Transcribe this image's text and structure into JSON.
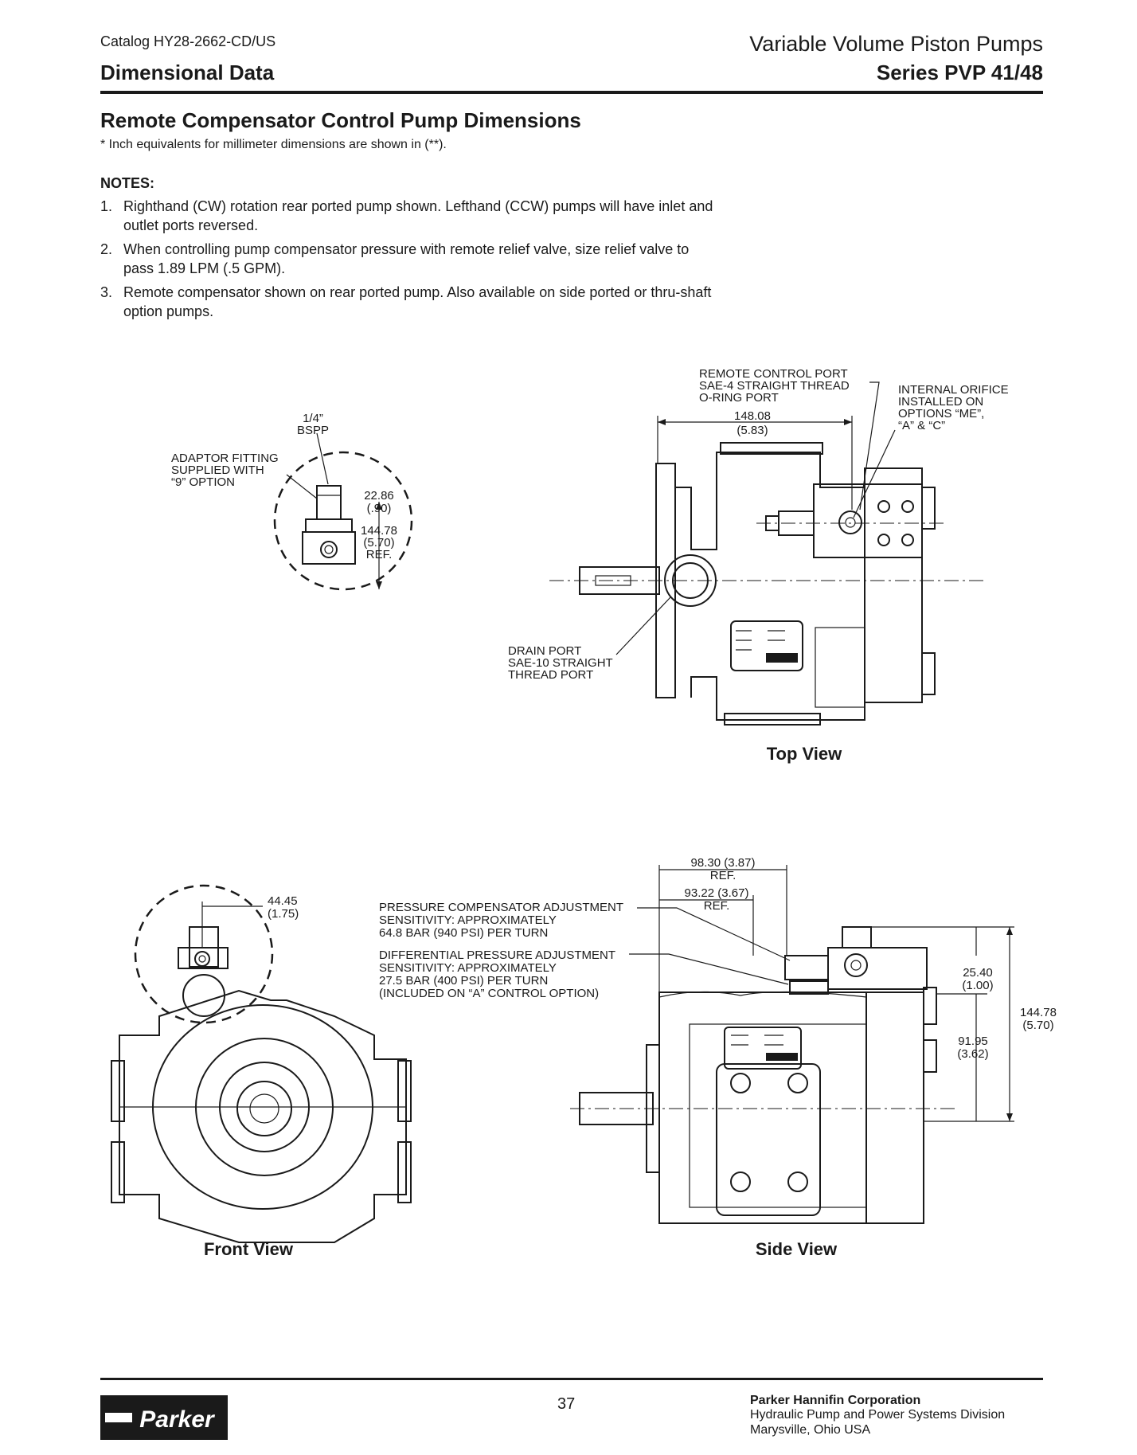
{
  "header": {
    "catalog": "Catalog HY28-2662-CD/US",
    "section": "Dimensional Data",
    "product": "Variable Volume Piston Pumps",
    "series": "Series PVP 41/48"
  },
  "main": {
    "title": "Remote Compensator Control Pump Dimensions",
    "inch_note": "* Inch equivalents for millimeter dimensions are shown in (**).",
    "notes_heading": "NOTES:",
    "notes": [
      {
        "num": "1.",
        "text": "Righthand (CW) rotation rear ported pump shown. Lefthand (CCW) pumps will have inlet and outlet ports reversed."
      },
      {
        "num": "2.",
        "text": "When controlling pump compensator pressure with remote relief valve, size relief valve to pass 1.89 LPM (.5 GPM)."
      },
      {
        "num": "3.",
        "text": "Remote compensator shown on rear ported pump. Also available on side ported or thru-shaft option pumps."
      }
    ]
  },
  "detail": {
    "bspp_1": "1/4”",
    "bspp_2": "BSPP",
    "adaptor_1": "ADAPTOR FITTING",
    "adaptor_2": "SUPPLIED WITH",
    "adaptor_3": "“9” OPTION",
    "dim_a_mm": "22.86",
    "dim_a_in": "(.90)",
    "dim_b_mm": "144.78",
    "dim_b_in": "(5.70)",
    "dim_b_ref": "REF."
  },
  "top_view": {
    "title": "Top View",
    "remote_port_1": "REMOTE CONTROL PORT",
    "remote_port_2": "SAE-4 STRAIGHT THREAD",
    "remote_port_3": "O-RING PORT",
    "orifice_1": "INTERNAL ORIFICE",
    "orifice_2": "INSTALLED ON",
    "orifice_3": "OPTIONS “ME”,",
    "orifice_4": "“A” & “C”",
    "dim_mm": "148.08",
    "dim_in": "(5.83)",
    "drain_1": "DRAIN PORT",
    "drain_2": "SAE-10 STRAIGHT",
    "drain_3": "THREAD PORT"
  },
  "front_view": {
    "title": "Front View",
    "dim_mm": "44.45",
    "dim_in": "(1.75)"
  },
  "side_view": {
    "title": "Side View",
    "dim1_1": "98.30 (3.87)",
    "dim1_2": "REF.",
    "dim2_1": "93.22 (3.67)",
    "dim2_2": "REF.",
    "pc_1": "PRESSURE COMPENSATOR ADJUSTMENT",
    "pc_2": "SENSITIVITY: APPROXIMATELY",
    "pc_3": "64.8 BAR (940 PSI) PER TURN",
    "dp_1": "DIFFERENTIAL PRESSURE ADJUSTMENT",
    "dp_2": "SENSITIVITY: APPROXIMATELY",
    "dp_3": "27.5 BAR (400 PSI) PER TURN",
    "dp_4": "(INCLUDED ON “A” CONTROL OPTION)",
    "r1_mm": "25.40",
    "r1_in": "(1.00)",
    "r2_mm": "144.78",
    "r2_in": "(5.70)",
    "r3_mm": "91.95",
    "r3_in": "(3.62)"
  },
  "footer": {
    "page": "37",
    "logo": "Parker",
    "company": "Parker Hannifin Corporation",
    "division": "Hydraulic Pump and Power Systems Division",
    "location": "Marysville, Ohio USA"
  }
}
